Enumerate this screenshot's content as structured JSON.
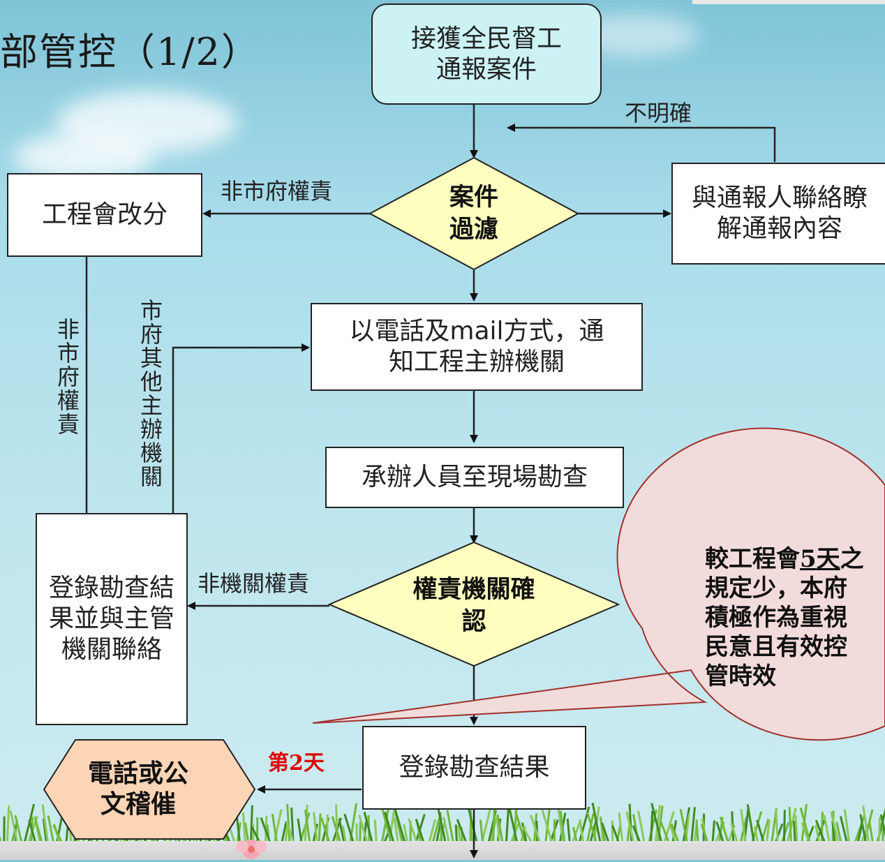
{
  "title": "部管控（1/2）",
  "nodes": {
    "start": "接獲全民督工通報案件",
    "filter": "案件過濾",
    "reassign": "工程會改分",
    "contact": "與通報人聯絡瞭解通報內容",
    "notify": "以電話及mail方式，通知工程主辦機關",
    "inspect": "承辦人員至現場勘查",
    "authority": "權責機關確認",
    "record_contact": "登錄勘查結果並與主管機關聯絡",
    "record": "登錄勘查結果",
    "urge": "電話或公文稽催"
  },
  "edges": {
    "unclear": "不明確",
    "not_city": "非市府權責",
    "not_city_vertical": "非市府權責",
    "other_agency": "市府其他主辦機關",
    "not_agency": "非機關權責",
    "day2": "第2天"
  },
  "callout": {
    "line1_pre": "較工程會",
    "line1_num": "5",
    "line1_unit": "天",
    "line1_post": "之",
    "line2": "規定少，本府",
    "line3": "積極作為重視",
    "line4": "民意且有效控",
    "line5": "管時效"
  },
  "colors": {
    "start_fill": "#ccf2f4",
    "decision_fill": "#ffffbf",
    "urge_fill": "#fbd5b5",
    "callout_fill": "#f2dcdb",
    "callout_stroke": "#a0302c",
    "day_label": "#e00000"
  }
}
